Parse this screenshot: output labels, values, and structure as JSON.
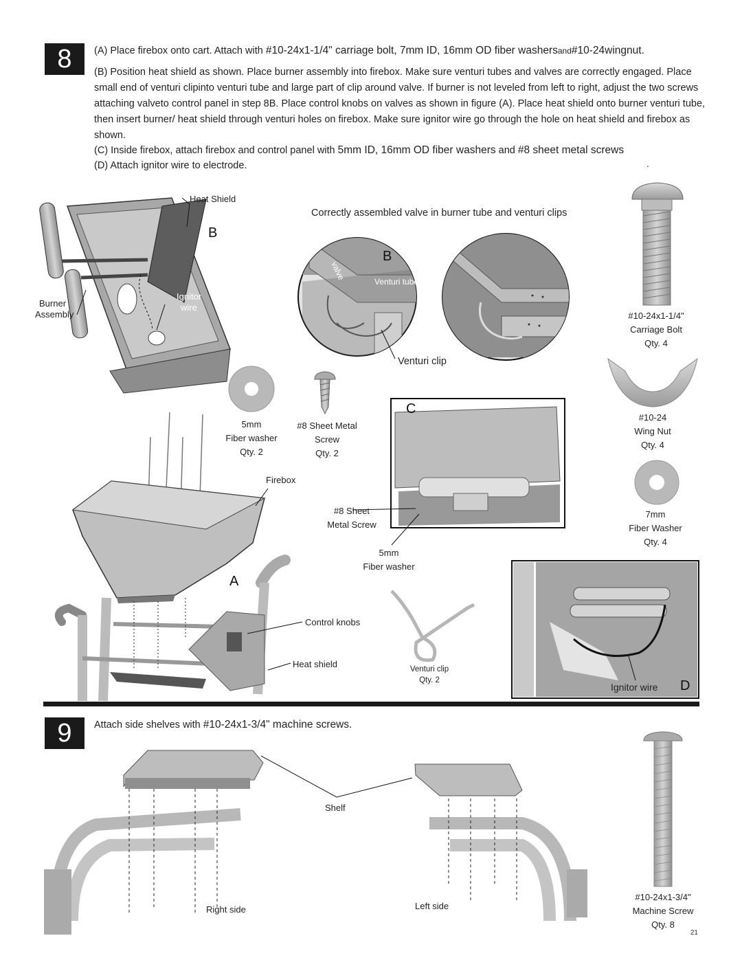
{
  "step8": {
    "number": "8",
    "a": {
      "prefix": "(A) Place firebox onto cart. Attach with ",
      "parts": "#10-24x1-1/4\" carriage bolt, 7mm ID, 16mm OD fiber washers",
      "and": "and",
      "end": "#10-24wingnut."
    },
    "b": "(B) Position heat shield as shown. Place burner assembly into firebox. Make sure venturi tubes and valves are correctly engaged. Place small end of venturi clipinto venturi tube and large part of clip around valve. If burner is not leveled from left to right, adjust the two screws attaching valveto control panel in step 8B. Place control knobs on valves as shown in figure (A). Place heat shield onto burner venturi tube, then insert burner/ heat shield through venturi holes on firebox. Make sure ignitor wire go through the hole on heat shield and firebox as shown.",
    "c": {
      "prefix": "(C) Inside firebox, attach firebox and control panel with ",
      "washers": "5mm ID, 16mm OD fiber washers",
      "and": " and ",
      "screws": "#8 sheet metal screws"
    },
    "d": "(D) Attach ignitor wire to electrode.",
    "d_dot": "."
  },
  "figB": {
    "letter": "B",
    "heat_shield": "Heat Shield",
    "burner_line1": "Burner",
    "burner_line2": "Assembly",
    "ignitor_line1": "Ignitor",
    "ignitor_line2": "wire"
  },
  "detail": {
    "caption": "Correctly assembled valve in burner tube and venturi clips",
    "letter": "B",
    "valve": "valve",
    "venturi_tube": "Venturi tube",
    "venturi_clip": "Venturi clip"
  },
  "carriage_bolt": {
    "size": "#10-24x1-1/4\"",
    "name": "Carriage Bolt",
    "qty": "Qty. 4"
  },
  "wing_nut": {
    "size": "#10-24",
    "name": "Wing Nut",
    "qty": "Qty. 4"
  },
  "fiber_washer_7": {
    "size": "7mm",
    "name": "Fiber Washer",
    "qty": "Qty. 4"
  },
  "fiber_washer_5": {
    "size": "5mm",
    "name": "Fiber washer",
    "qty": "Qty. 2"
  },
  "sheet_screw": {
    "name1": "#8 Sheet Metal",
    "name2": "Screw",
    "qty": "Qty. 2"
  },
  "figA": {
    "letter": "A",
    "firebox": "Firebox",
    "control_knobs": "Control knobs",
    "heat_shield": "Heat shield"
  },
  "figC": {
    "letter": "C",
    "screw1": "#8 Sheet",
    "screw2": "Metal Screw",
    "washer1": "5mm",
    "washer2": "Fiber washer"
  },
  "venturi_clip_part": {
    "name": "Venturi clip",
    "qty": "Qty. 2"
  },
  "figD": {
    "letter": "D",
    "label": "Ignitor wire"
  },
  "step9": {
    "number": "9",
    "text_prefix": "Attach side shelves with ",
    "text_parts": "#10-24x1-3/4\" machine screws.",
    "shelf": "Shelf",
    "right_side": "Right side",
    "left_side": "Left side"
  },
  "machine_screw": {
    "size": "#10-24x1-3/4\"",
    "name": "Machine Screw",
    "qty": "Qty. 8"
  },
  "page_number": "21"
}
